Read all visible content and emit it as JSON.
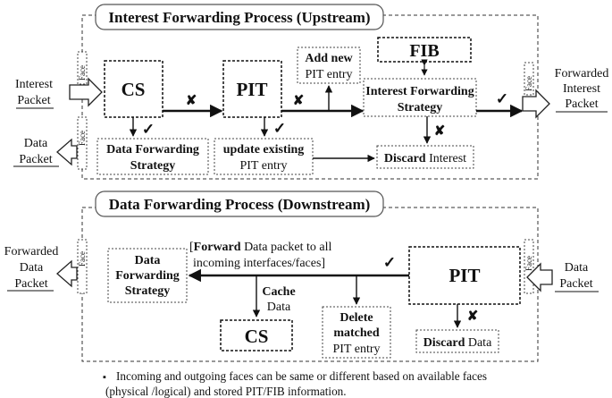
{
  "upstream": {
    "title": "Interest Forwarding Process (Upstream)",
    "cs": "CS",
    "pit": "PIT",
    "fib": "FIB",
    "add_new_1": "Add new",
    "add_new_2": "PIT entry",
    "ifs_1": "Interest Forwarding",
    "ifs_2": "Strategy",
    "dfs_1": "Data Forwarding",
    "dfs_2": "Strategy",
    "update_1": "update existing",
    "update_2": "PIT entry",
    "discard_bold": "Discard",
    "discard_rest": " Interest",
    "in_label_1": "Interest",
    "in_label_2": "Packet",
    "out_label_1": "Forwarded",
    "out_label_2": "Interest",
    "out_label_3": "Packet",
    "data_out_1": "Data",
    "data_out_2": "Packet",
    "face": "Face"
  },
  "downstream": {
    "title": "Data Forwarding Process (Downstream)",
    "pit": "PIT",
    "cs": "CS",
    "dfs_1": "Data",
    "dfs_2": "Forwarding",
    "dfs_3": "Strategy",
    "forward_open": "[",
    "forward_bold": "Forward",
    "forward_rest": " Data packet to all",
    "forward_2": "incoming interfaces/faces]",
    "cache_1": "Cache",
    "cache_2": "Data",
    "delete_1": "Delete",
    "delete_2": "matched",
    "delete_3": "PIT entry",
    "discard_bold": "Discard",
    "discard_rest": " Data",
    "in_label_1": "Data",
    "in_label_2": "Packet",
    "out_label_1": "Forwarded",
    "out_label_2": "Data",
    "out_label_3": "Packet",
    "face": "Face"
  },
  "note": {
    "bullet": "▪",
    "line1": "Incoming and outgoing faces can be same or different based on available faces",
    "line2": "(physical /logical) and stored PIT/FIB information."
  },
  "symbols": {
    "check": "✓",
    "cross": "✘"
  }
}
